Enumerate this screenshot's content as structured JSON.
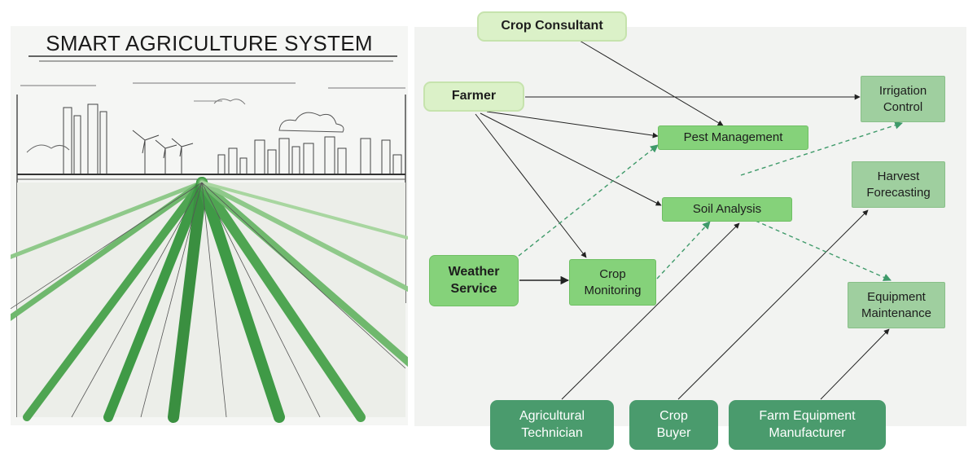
{
  "illustration": {
    "title": "SMART AGRICULTURE SYSTEM"
  },
  "diagram": {
    "nodes": {
      "crop_consultant": "Crop Consultant",
      "farmer": "Farmer",
      "weather_service": "Weather Service",
      "pest_management": "Pest Management",
      "soil_analysis": "Soil Analysis",
      "crop_monitoring": "Crop Monitoring",
      "irrigation_control": "Irrigation Control",
      "harvest_forecasting": "Harvest Forecasting",
      "equipment_maintenance": "Equipment Maintenance",
      "agricultural_technician": "Agricultural Technician",
      "crop_buyer": "Crop Buyer",
      "farm_equipment_manufacturer": "Farm Equipment Manufacturer"
    },
    "edges": [
      {
        "from": "crop_consultant",
        "to": "pest_management",
        "style": "solid"
      },
      {
        "from": "farmer",
        "to": "irrigation_control",
        "style": "solid"
      },
      {
        "from": "farmer",
        "to": "pest_management",
        "style": "solid"
      },
      {
        "from": "farmer",
        "to": "soil_analysis",
        "style": "solid"
      },
      {
        "from": "farmer",
        "to": "crop_monitoring",
        "style": "solid"
      },
      {
        "from": "weather_service",
        "to": "crop_monitoring",
        "style": "solid"
      },
      {
        "from": "weather_service",
        "to": "pest_management",
        "style": "dashed"
      },
      {
        "from": "crop_monitoring",
        "to": "soil_analysis",
        "style": "dashed"
      },
      {
        "from": "pest_management",
        "to": "irrigation_control",
        "style": "dashed"
      },
      {
        "from": "soil_analysis",
        "to": "equipment_maintenance",
        "style": "dashed"
      },
      {
        "from": "agricultural_technician",
        "to": "soil_analysis",
        "style": "solid"
      },
      {
        "from": "crop_buyer",
        "to": "harvest_forecasting",
        "style": "solid"
      },
      {
        "from": "farm_equipment_manufacturer",
        "to": "equipment_maintenance",
        "style": "solid"
      }
    ],
    "colors": {
      "light_node": "#dbf1c8",
      "process_node": "#85d27a",
      "outcome_node": "#9fcf9f",
      "actor_node": "#4a9b6d",
      "dashed_arrow": "#3f9a6a",
      "solid_arrow": "#222222"
    }
  }
}
